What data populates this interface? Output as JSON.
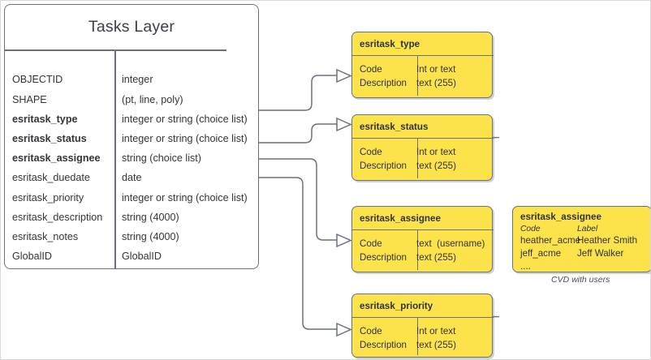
{
  "diagram": {
    "title": "Tasks Layer",
    "colors": {
      "box_fill": "#fde34b",
      "stroke": "#6b707d",
      "page_background": "#ffffff",
      "text": "#33353b"
    }
  },
  "main_entity": {
    "title": "Tasks Layer",
    "fields": [
      {
        "name": "OBJECTID",
        "type": "integer",
        "bold": false
      },
      {
        "name": "SHAPE",
        "type": "(pt, line, poly)",
        "bold": false
      },
      {
        "name": "esritask_type",
        "type": "integer or string (choice list)",
        "bold": true
      },
      {
        "name": "esritask_status",
        "type": "integer or string (choice list)",
        "bold": true
      },
      {
        "name": "esritask_assignee",
        "type": "string (choice list)",
        "bold": true
      },
      {
        "name": "esritask_duedate",
        "type": "date",
        "bold": false
      },
      {
        "name": "esritask_priority",
        "type": "integer or string (choice list)",
        "bold": false
      },
      {
        "name": "esritask_description",
        "type": "string (4000)",
        "bold": false
      },
      {
        "name": "esritask_notes",
        "type": "string (4000)",
        "bold": false
      },
      {
        "name": "GlobalID",
        "type": "GlobalID",
        "bold": false
      }
    ]
  },
  "domain_boxes": [
    {
      "title": "esritask_type",
      "left_column": "Code\nDescription",
      "right_column": "Int or text\ntext (255)"
    },
    {
      "title": "esritask_status",
      "left_column": "Code\nDescription",
      "right_column": "Int or text\ntext (255)"
    },
    {
      "title": "esritask_assignee",
      "left_column": "Code\nDescription",
      "right_column": "text  (username)\ntext (255)"
    },
    {
      "title": "esritask_priority",
      "left_column": "Code\nDescription",
      "right_column": "Int or text\ntext (255)"
    }
  ],
  "cvd_box": {
    "title": "esritask_assignee",
    "header_code": "Code",
    "header_label": "Label",
    "codes": "heather_acme\njeff_acme\n....",
    "labels": "Heather Smith\nJeff Walker",
    "caption": "CVD with users"
  }
}
